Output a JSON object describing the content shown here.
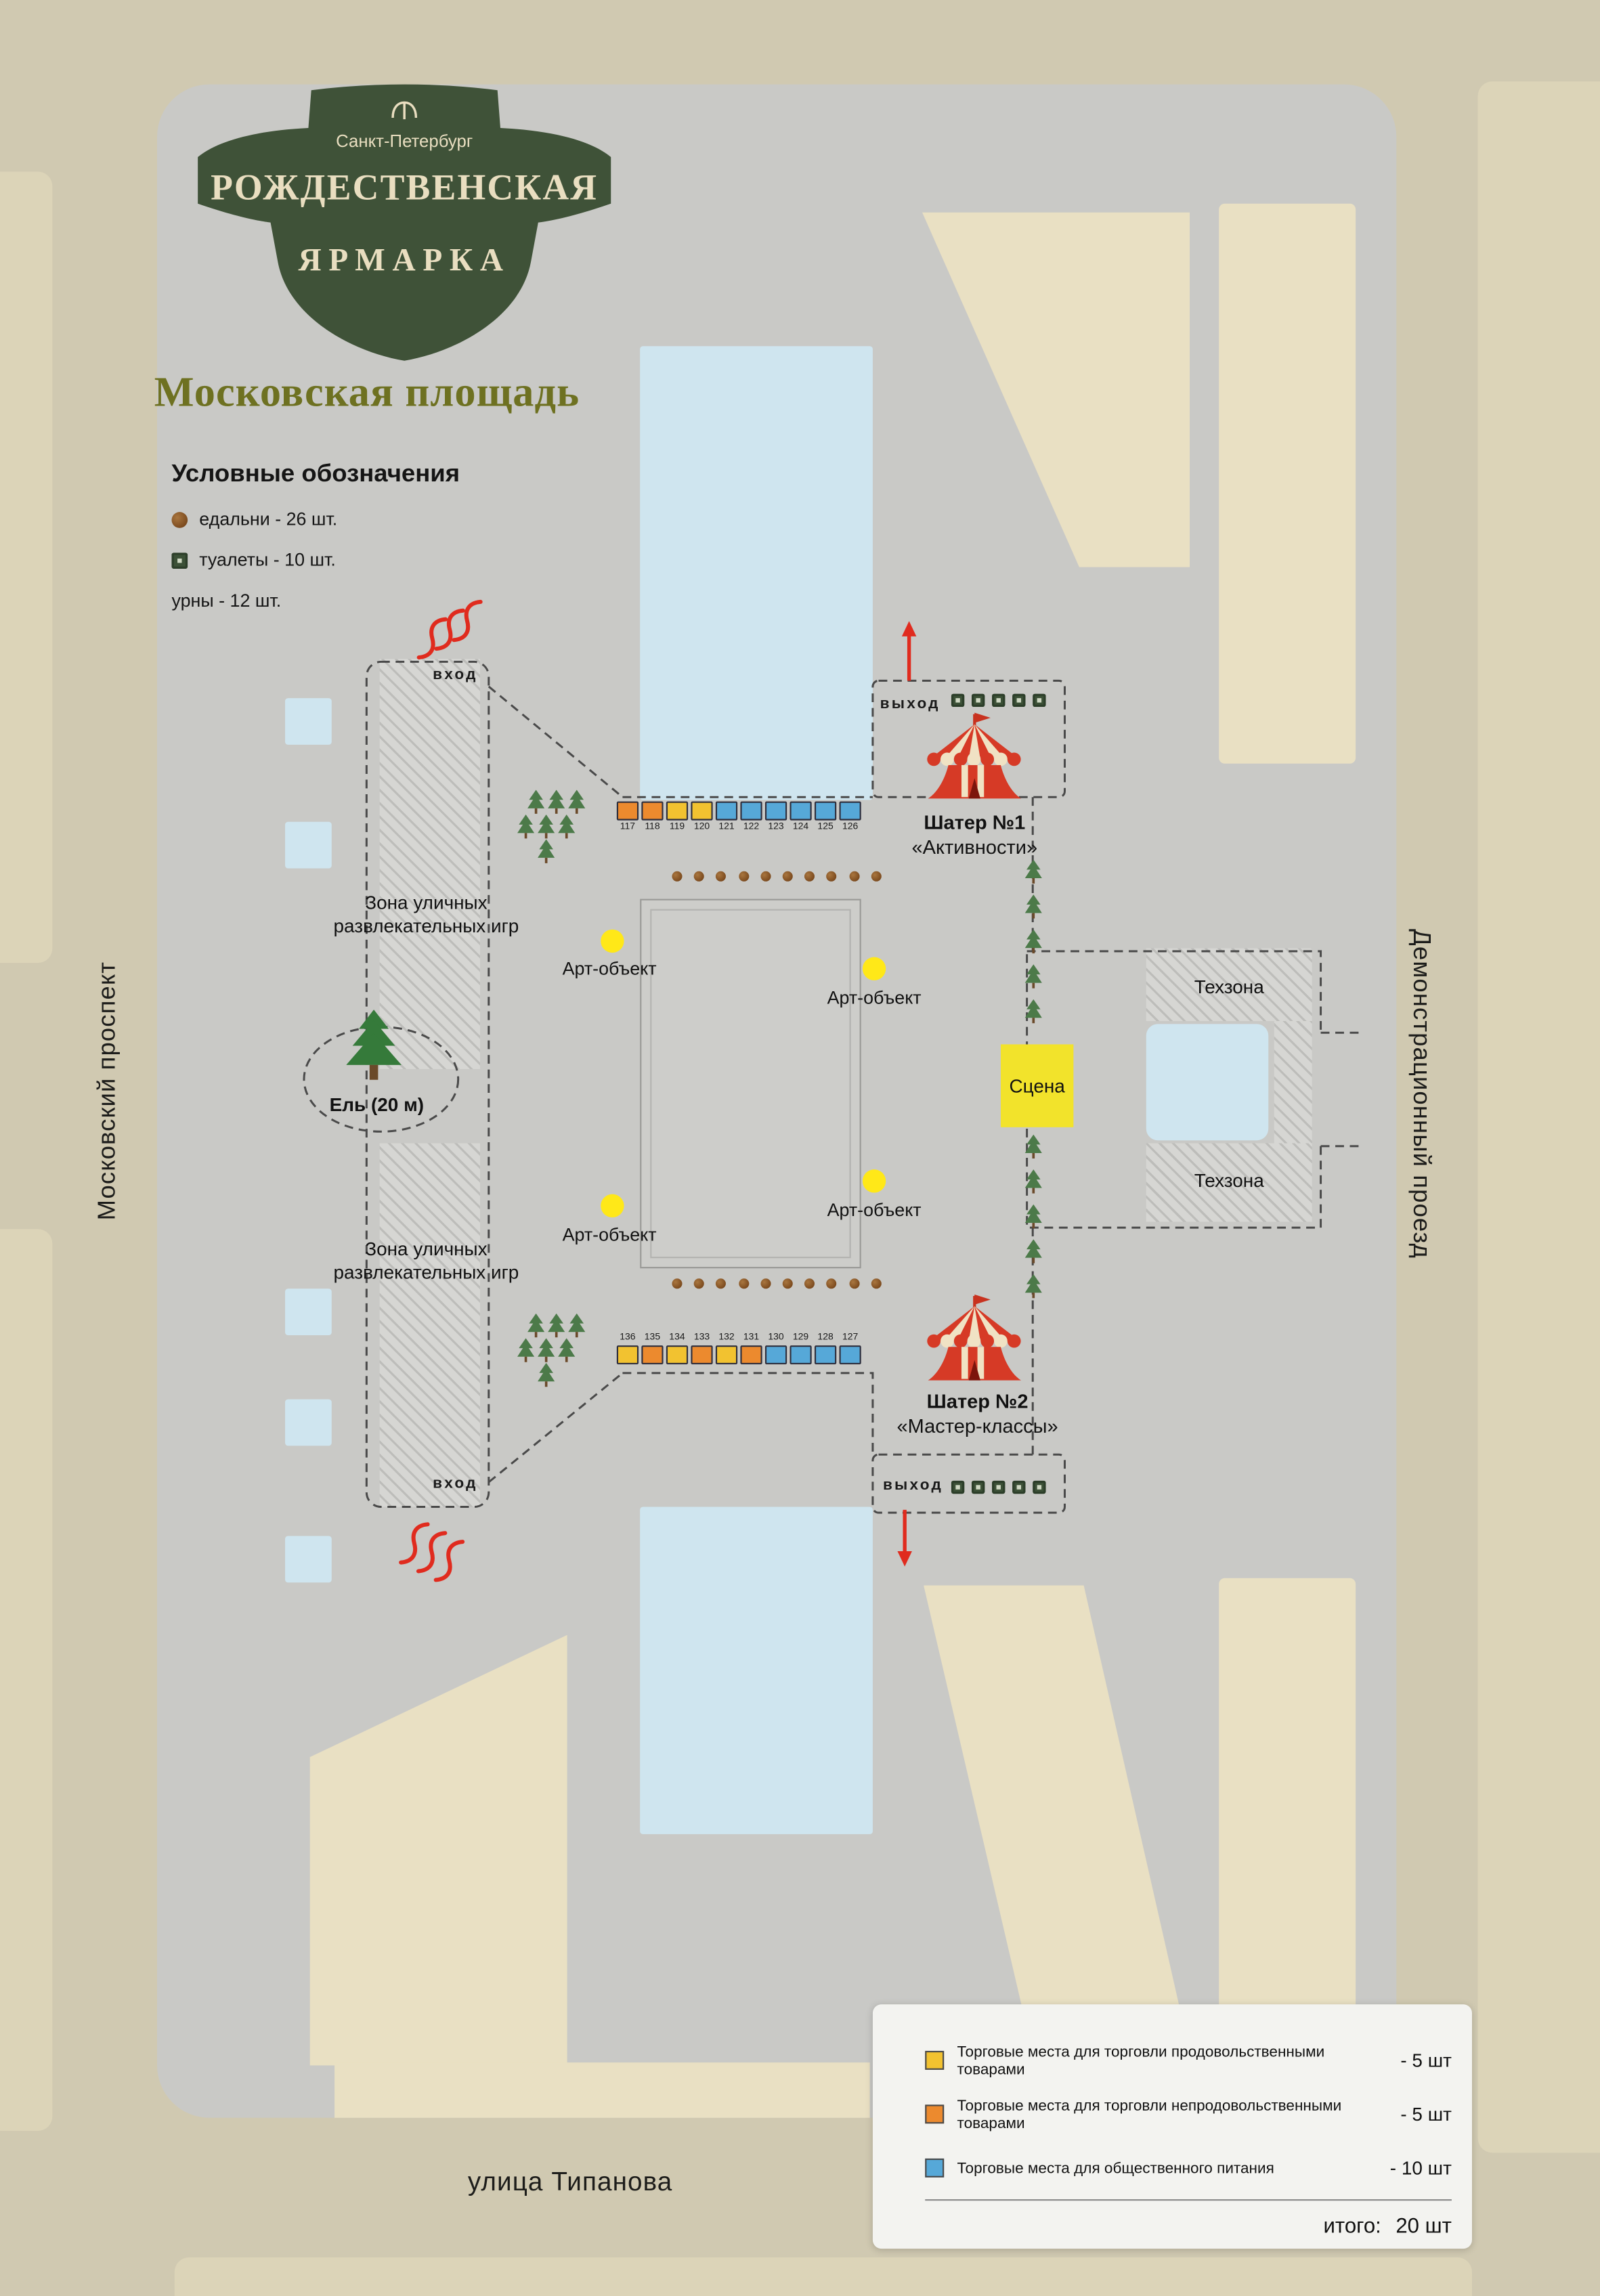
{
  "logo": {
    "city": "Санкт-Петербург",
    "title_line1": "РОЖДЕСТВЕНСКАЯ",
    "title_line2": "ЯРМАРКА"
  },
  "heading": "Московская площадь",
  "legend": {
    "title": "Условные обозначения",
    "items": [
      {
        "icon": "pretzel-icon",
        "label": "едальни - 26 шт."
      },
      {
        "icon": "toilet-icon",
        "label": "туалеты - 10 шт."
      },
      {
        "icon": "",
        "label": "урны - 12 шт."
      }
    ]
  },
  "streets": {
    "left": "Московский проспект",
    "right": "Демонстрационный проезд",
    "bottom": "улица Типанова"
  },
  "map_labels": {
    "entrance": "вход",
    "exit": "выход",
    "game_zone": "Зона уличных\nразвлекательных игр",
    "art_object": "Арт-объект",
    "spruce": "Ель (20 м)",
    "stage": "Сцена",
    "tech_zone": "Техзона",
    "tent1_line1": "Шатер №1",
    "tent1_line2": "«Активности»",
    "tent2_line1": "Шатер №2",
    "tent2_line2": "«Мастер-классы»"
  },
  "stall_types": {
    "food": "#f2c230",
    "nonfood": "#ec8a2e",
    "catering": "#56a8d8"
  },
  "stalls": {
    "top_row": [
      {
        "num": "117",
        "type": "nonfood"
      },
      {
        "num": "118",
        "type": "nonfood"
      },
      {
        "num": "119",
        "type": "food"
      },
      {
        "num": "120",
        "type": "food"
      },
      {
        "num": "121",
        "type": "catering"
      },
      {
        "num": "122",
        "type": "catering"
      },
      {
        "num": "123",
        "type": "catering"
      },
      {
        "num": "124",
        "type": "catering"
      },
      {
        "num": "125",
        "type": "catering"
      },
      {
        "num": "126",
        "type": "catering"
      }
    ],
    "bottom_row": [
      {
        "num": "136",
        "type": "food"
      },
      {
        "num": "135",
        "type": "nonfood"
      },
      {
        "num": "134",
        "type": "food"
      },
      {
        "num": "133",
        "type": "nonfood"
      },
      {
        "num": "132",
        "type": "food"
      },
      {
        "num": "131",
        "type": "nonfood"
      },
      {
        "num": "130",
        "type": "catering"
      },
      {
        "num": "129",
        "type": "catering"
      },
      {
        "num": "128",
        "type": "catering"
      },
      {
        "num": "127",
        "type": "catering"
      }
    ]
  },
  "trade_legend": {
    "rows": [
      {
        "type": "food",
        "label": "Торговые места для торговли продовольственными товарами",
        "count": "- 5 шт"
      },
      {
        "type": "nonfood",
        "label": "Торговые места для торговли непродовольственными товарами",
        "count": "- 5 шт"
      },
      {
        "type": "catering",
        "label": "Торговые места для общественного питания",
        "count": "- 10 шт"
      }
    ],
    "total_label": "итого:",
    "total_value": "20 шт"
  }
}
